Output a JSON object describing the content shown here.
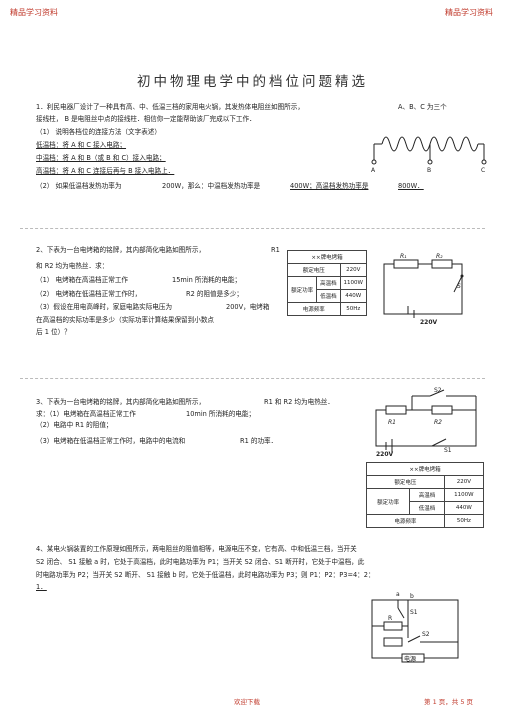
{
  "header": {
    "left": "精品学习资料",
    "right": "精品学习资料"
  },
  "title": "初中物理电学中的档位问题精选",
  "q1": {
    "line1": "1．利民电器厂设计了一种具有高、中、低温三档的家用电火锅，其发热体电阻丝如图所示，",
    "line1b": "A、B、C 为三个",
    "line2": "接线柱， B 是电阻丝中点的接线柱．相信你一定能帮助该厂完成以下工作．",
    "line3": "（1） 说明各档位的连接方法（文字表述）",
    "low": "低温档：将  A  和 C 接入电路；",
    "mid": "中温档：将  A 和 B（或 B 和 C）接入电路；",
    "high": "高温档：将  A 和 C 连接后再与  B 接入电路上．",
    "line7a": "（2） 如果低温档发热功率为",
    "line7b": "200W，那么：中温档发热功率是",
    "line7c": "400W；高温档发热功率是",
    "line7d": "800W．",
    "labels": [
      "A",
      "B",
      "C"
    ]
  },
  "q2": {
    "line1a": "2、下表为一台电烤箱的铭牌，其内部简化电路如图所示，",
    "line1b": "R1",
    "line2": "和 R2 均为电热丝．求：",
    "line3a": "（1） 电烤箱在高温档正常工作",
    "line3b": "15min 所消耗的电能；",
    "line4a": "（2） 电烤箱在低温档正常工作时，",
    "line4b": "R2 的阻值是多少；",
    "line5a": "（3）假设在用电高峰时，家庭电路实际电压为",
    "line5b": "200V，电烤箱",
    "line6": "在高温档的实际功率是多少（实际功率计算结果保留到小数点",
    "line7": "后 1 位）？",
    "table": {
      "title": "××牌电烤箱",
      "rated_voltage_label": "额定电压",
      "rated_voltage": "220V",
      "rated_power_label": "额定功率",
      "high_label": "高温档",
      "high_value": "1100W",
      "low_label": "低温档",
      "low_value": "440W",
      "freq_label": "电源频率",
      "freq_value": "50Hz"
    },
    "circuit": {
      "r1": "R₁",
      "r2": "R₂",
      "s": "S",
      "voltage": "220V"
    }
  },
  "q3": {
    "line1a": "3、下表为一台电烤箱的铭牌，其内部简化电路如图所示，",
    "line1b": "R1 和 R2 均为电热丝．",
    "line2a": "求：（1）电烤箱在高温档正常工作",
    "line2b": "10min 所消耗的电能；",
    "line3": "（2）电路中  R1 的阻值；",
    "line4a": "（3）电烤箱在低温档正常工作时，电路中的电流和",
    "line4b": "R1 的功率．",
    "table": {
      "title": "××牌电烤箱",
      "rated_voltage_label": "额定电压",
      "rated_voltage": "220V",
      "rated_power_label": "额定功率",
      "high_label": "高温档",
      "high_value": "1100W",
      "low_label": "低温档",
      "low_value": "440W",
      "freq_label": "电源频率",
      "freq_value": "50Hz"
    },
    "circuit": {
      "r1": "R1",
      "r2": "R2",
      "s1": "S1",
      "s2": "S2",
      "voltage": "220V"
    }
  },
  "q4": {
    "line1": "4、某电火锅装置的工作原理如图所示，两电阻丝的阻值相等，电源电压不变，它有高、中和低温三档，当开关",
    "line2": "S2 闭合、 S1 接触 a 时，它处于高温档，此时电路功率为       P1；当开关  S2 闭合、S1 断开时，它处于中温档，此",
    "line3": "时电路功率为   P2；当开关  S2 断开、 S1 接触 b 时，它处于低温档，此时电路功率为          P3；则 P1：P2：P3=4：2：",
    "line4": "1．",
    "circuit": {
      "a": "a",
      "b": "b",
      "s1": "S1",
      "s2": "S2",
      "r": "R",
      "source": "电源"
    }
  },
  "footer": {
    "center": "欢迎下载",
    "right": "第 1 页，共 5 页"
  }
}
